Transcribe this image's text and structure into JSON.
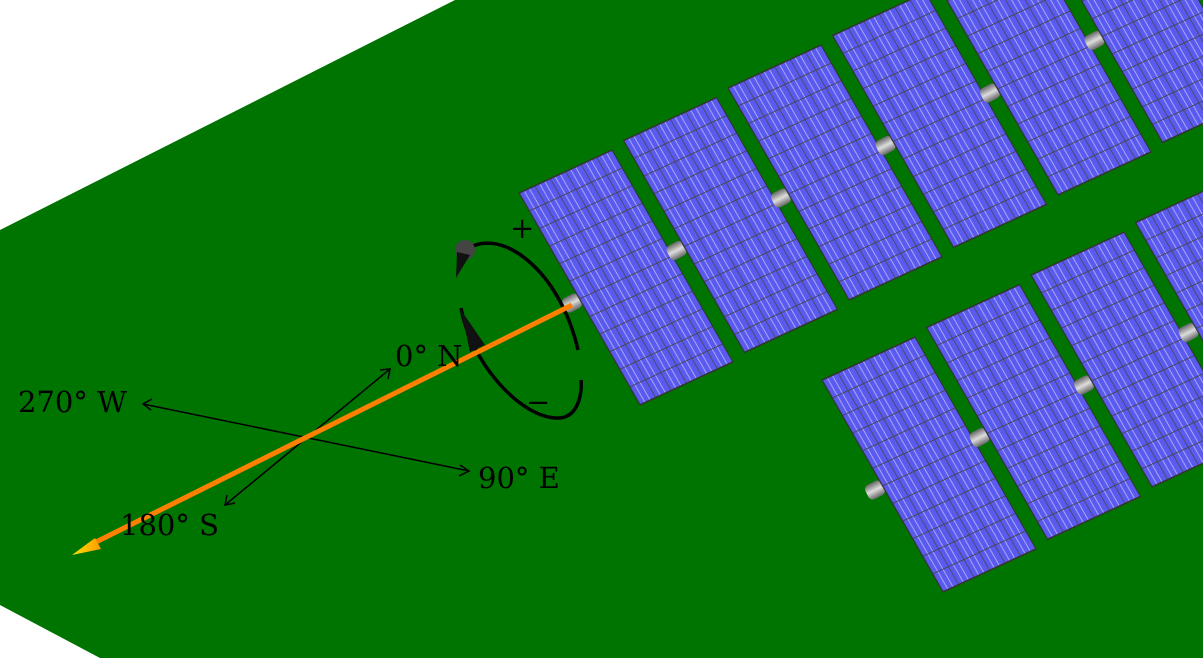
{
  "diagram": {
    "compass": {
      "north": "0° N",
      "east": "90° E",
      "south": "180° S",
      "west": "270° W"
    },
    "rotation": {
      "plus": "+",
      "minus": "−"
    },
    "colors": {
      "ground": "#007400",
      "panel": "#6060f0",
      "sun_ray": "#ff8000",
      "arrow_tip": "#ffd000"
    }
  }
}
